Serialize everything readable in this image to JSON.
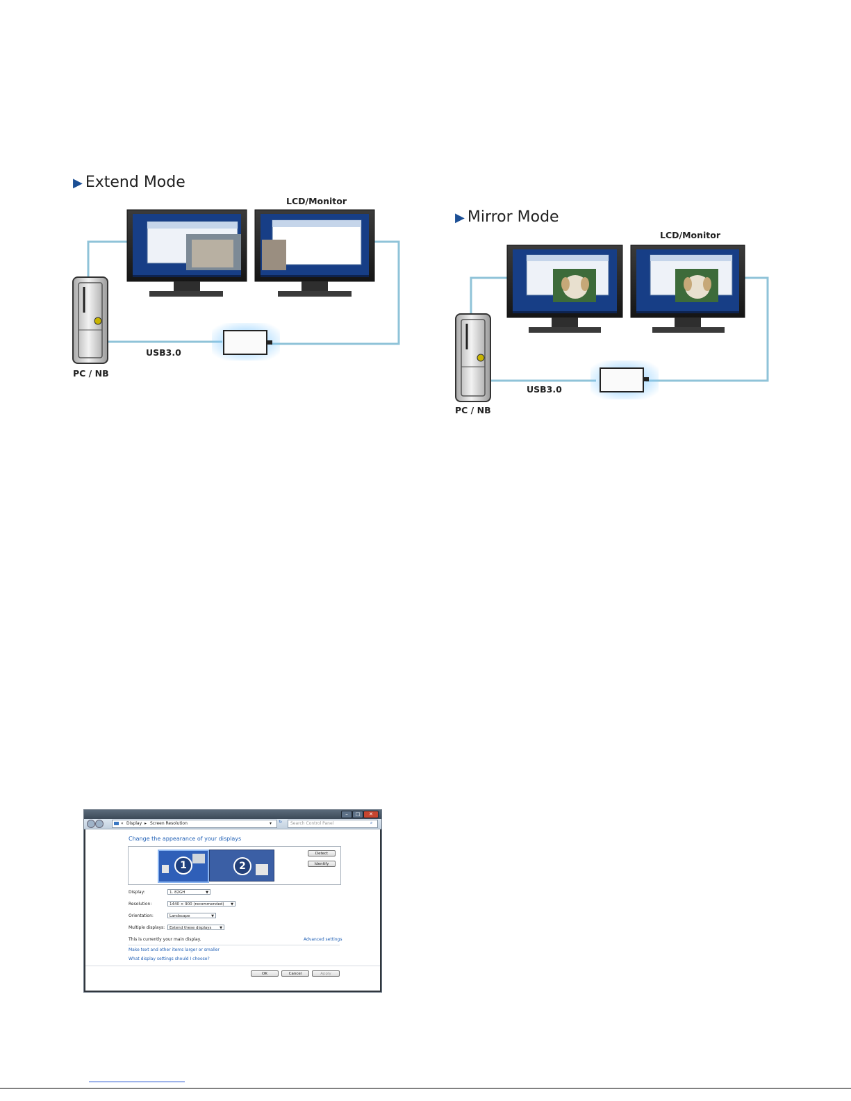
{
  "extend": {
    "title": "Extend Mode",
    "monitor_label": "LCD/Monitor",
    "pc_label": "PC / NB",
    "cable_label": "USB3.0"
  },
  "mirror": {
    "title": "Mirror Mode",
    "monitor_label": "LCD/Monitor",
    "pc_label": "PC / NB",
    "cable_label": "USB3.0"
  },
  "dialog": {
    "breadcrumb_1": "Display",
    "breadcrumb_2": "Screen Resolution",
    "search_placeholder": "Search Control Panel",
    "heading": "Change the appearance of your displays",
    "monitor_1": "1",
    "monitor_2": "2",
    "detect_label": "Detect",
    "identify_label": "Identify",
    "display_label": "Display:",
    "display_value": "1. 82GH",
    "resolution_label": "Resolution:",
    "resolution_value": "1440 × 900 (recommended)",
    "orientation_label": "Orientation:",
    "orientation_value": "Landscape",
    "multiple_label": "Multiple displays:",
    "multiple_value": "Extend these displays",
    "main_display_text": "This is currently your main display.",
    "advanced_link": "Advanced settings",
    "link_1": "Make text and other items larger or smaller",
    "link_2": "What display settings should I choose?",
    "ok_label": "OK",
    "cancel_label": "Cancel",
    "apply_label": "Apply"
  },
  "colors": {
    "accent": "#1c4f95",
    "cable": "#8fc3d8",
    "screen": "#173e86",
    "link": "#1f5fb5",
    "glow": "#7ec8ff"
  }
}
